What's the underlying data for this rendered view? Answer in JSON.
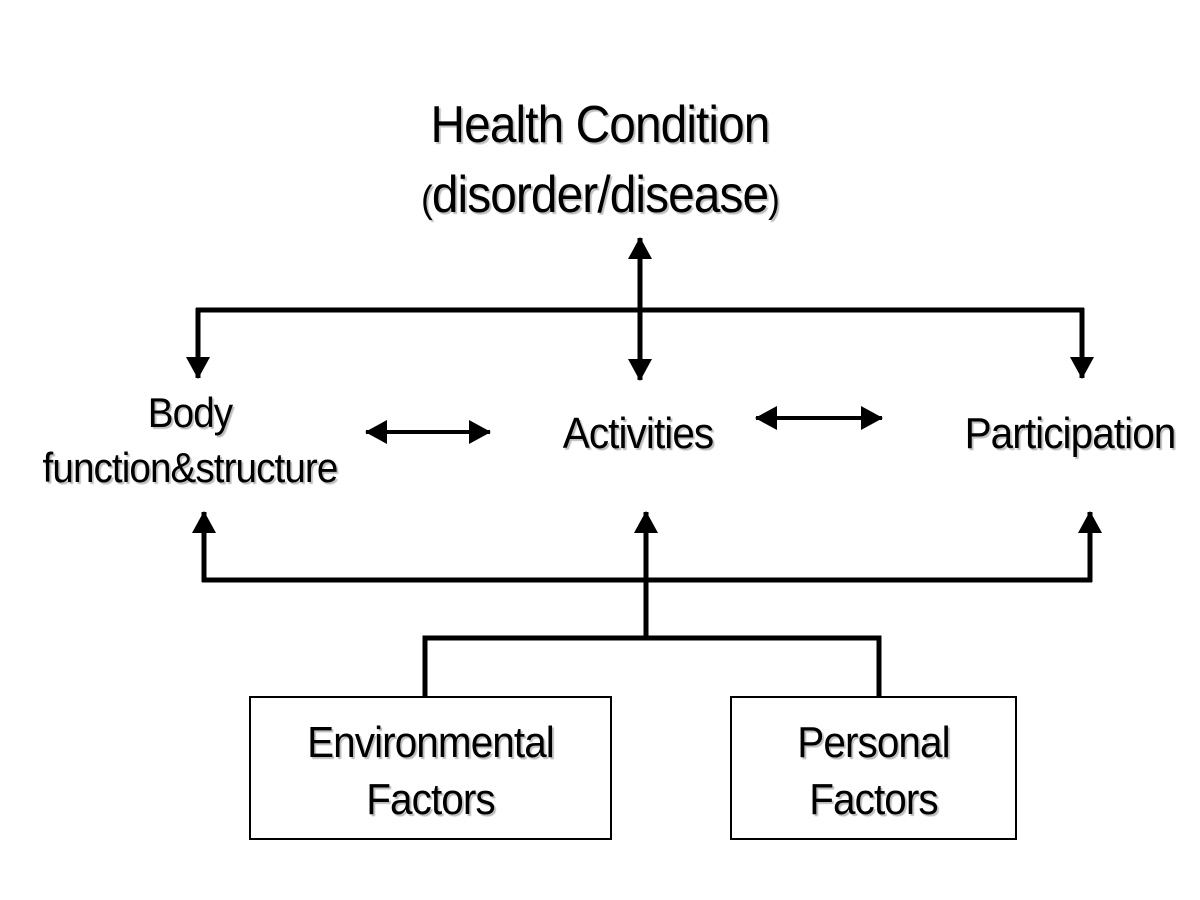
{
  "health_condition": {
    "title": "Health Condition",
    "subtitle_open": "(",
    "subtitle": "disorder/disease",
    "subtitle_close": ")"
  },
  "components": {
    "body": {
      "line1": "Body",
      "line2": "function&structure"
    },
    "activities": "Activities",
    "participation": "Participation"
  },
  "contextual_factors": {
    "environmental": {
      "line1": "Environmental",
      "line2": "Factors"
    },
    "personal": {
      "line1": "Personal",
      "line2": "Factors"
    }
  },
  "colors": {
    "stroke": "#000000",
    "text": "#000000",
    "text_shadow": "#bdbdbd",
    "background": "#ffffff"
  }
}
